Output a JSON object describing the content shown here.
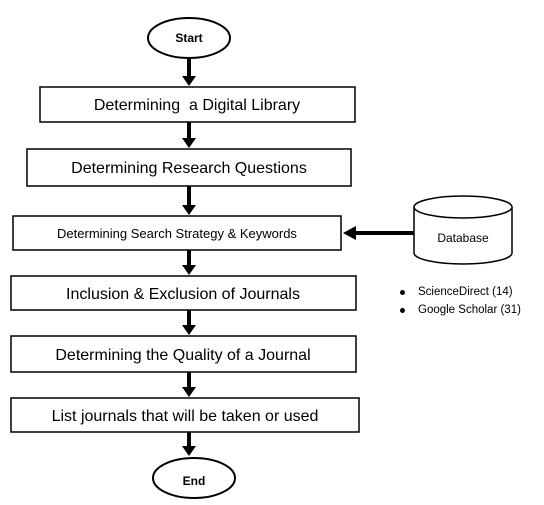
{
  "flowchart": {
    "start": "Start",
    "end": "End",
    "steps": [
      "Determining  a Digital Library",
      "Determining Research Questions",
      "Determining Search Strategy & Keywords",
      "Inclusion & Exclusion of Journals",
      "Determining the Quality of a Journal",
      "List journals that will be taken or used"
    ],
    "database": {
      "label": "Database",
      "sources": [
        "ScienceDirect (14)",
        "Google Scholar (31)"
      ]
    }
  }
}
